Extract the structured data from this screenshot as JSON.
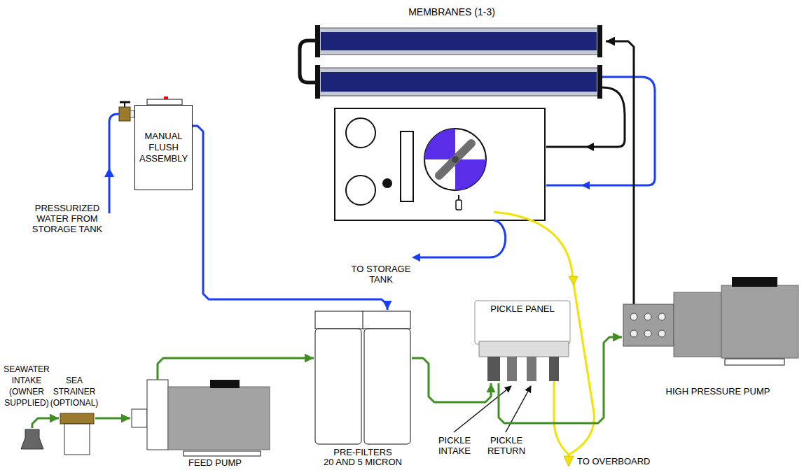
{
  "diagram": {
    "nodes": [
      {
        "text": [
          "MEMBRANES (1-3)"
        ]
      },
      {
        "text": [
          "MANUAL FLUSH ASSEMBLY"
        ]
      },
      {
        "text": [
          "SEAWATER INTAKE (OWNER SUPPLIED)"
        ]
      },
      {
        "text": [
          "SEA STRAINER (OPTIONAL)"
        ]
      },
      {
        "text": [
          "FEED PUMP"
        ]
      },
      {
        "text": [
          "PRE-FILTERS 20 AND 5 MICRON"
        ]
      },
      {
        "text": [
          "PICKLE PANEL"
        ]
      },
      {
        "text": [
          "HIGH PRESSURE PUMP"
        ]
      }
    ],
    "edges": [
      {
        "from": 2,
        "to": 3,
        "arrow": "to"
      },
      {
        "from": 3,
        "to": 4,
        "arrow": "to"
      },
      {
        "from": 4,
        "to": 5,
        "arrow": "to"
      },
      {
        "from": 1,
        "to": 5,
        "arrow": "to"
      },
      {
        "from": 5,
        "to": 6,
        "arrow": "to"
      },
      {
        "from": 6,
        "to": 7,
        "arrow": "to"
      },
      {
        "from": 7,
        "to": 0,
        "arrow": "to"
      }
    ],
    "labels": [
      "PRESSURIZED WATER FROM STORAGE TANK",
      "TO STORAGE TANK",
      "PICKLE INTAKE",
      "PICKLE RETURN",
      "TO OVERBOARD"
    ]
  }
}
